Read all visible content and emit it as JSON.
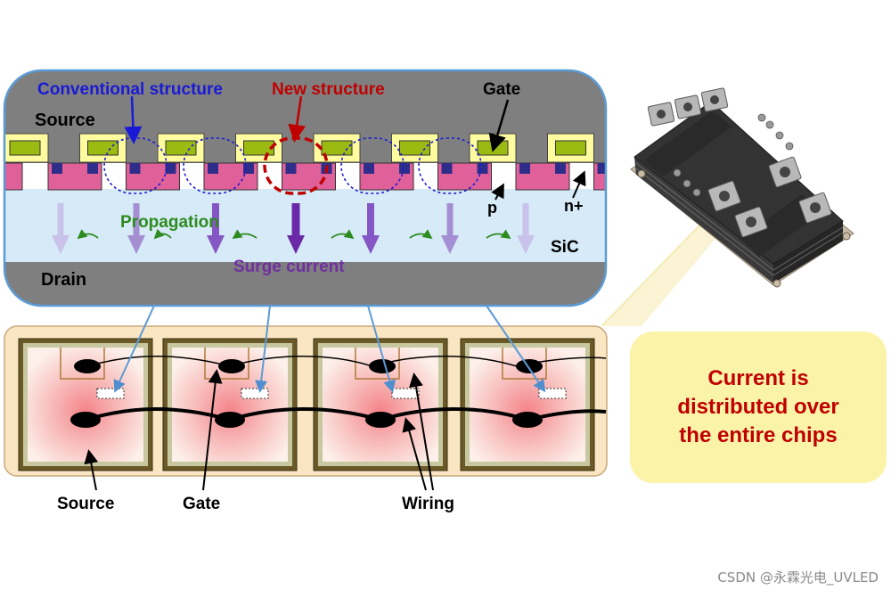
{
  "labels": {
    "conventional": "Conventional structure",
    "new_structure": "New structure",
    "gate_top": "Gate",
    "source_top": "Source",
    "p_region": "p",
    "n_plus": "n+",
    "propagation": "Propagation",
    "sic": "SiC",
    "surge_current": "Surge current",
    "drain": "Drain",
    "source_bottom": "Source",
    "gate_bottom": "Gate",
    "wiring": "Wiring"
  },
  "callout": {
    "text": "Current is\ndistributed over\nthe entire chips"
  },
  "watermark": "CSDN @永霖光电_UVLED",
  "colors": {
    "conventional": "#1a1ad6",
    "new_structure": "#c00000",
    "propagation": "#2e8b20",
    "surge": "#7030a0",
    "gate_poly": "#9bbb12",
    "p_well": "#e0609a",
    "n_plus": "#2e2e8a",
    "sic": "#d6ebf7",
    "metal": "#808080",
    "chip_panel": "#fbe6c3",
    "callout": "#fbf3a8"
  }
}
